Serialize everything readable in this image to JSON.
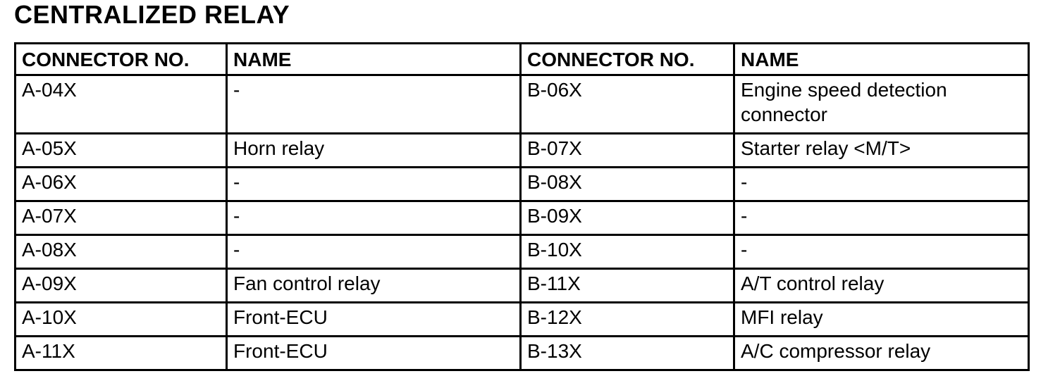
{
  "page_title": "CENTRALIZED RELAY",
  "colors": {
    "text": "#000000",
    "background": "#ffffff",
    "border": "#000000"
  },
  "table": {
    "headers": [
      "CONNECTOR NO.",
      "NAME",
      "CONNECTOR NO.",
      "NAME"
    ],
    "rows": [
      [
        "A-04X",
        "-",
        "B-06X",
        "Engine speed detection connector"
      ],
      [
        "A-05X",
        "Horn relay",
        "B-07X",
        "Starter relay <M/T>"
      ],
      [
        "A-06X",
        "-",
        "B-08X",
        "-"
      ],
      [
        "A-07X",
        "-",
        "B-09X",
        "-"
      ],
      [
        "A-08X",
        "-",
        "B-10X",
        "-"
      ],
      [
        "A-09X",
        "Fan control relay",
        "B-11X",
        "A/T control relay"
      ],
      [
        "A-10X",
        "Front-ECU",
        "B-12X",
        "MFI relay"
      ],
      [
        "A-11X",
        "Front-ECU",
        "B-13X",
        "A/C compressor relay"
      ]
    ]
  }
}
